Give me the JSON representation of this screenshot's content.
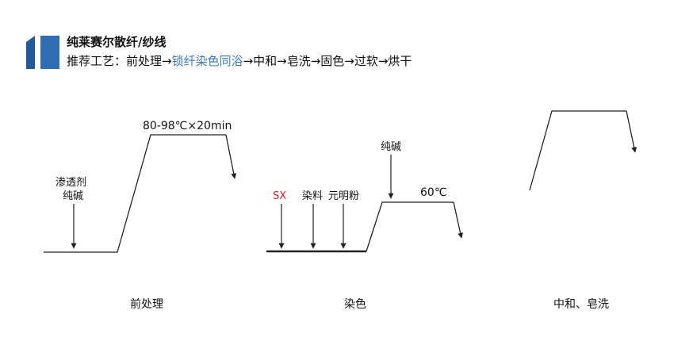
{
  "header": {
    "title": "纯莱赛尔散纤/纱线",
    "recipe_prefix": "推荐工艺：前处理→",
    "recipe_highlight": "锁纤染色同浴",
    "recipe_suffix": "→中和→皂洗→固色→过软→烘干",
    "highlight_color": "#3a78c0",
    "logo_color": "#2f6db5"
  },
  "panels": {
    "pretreatment": {
      "caption": "前处理",
      "temp_label": "80-98℃×20min",
      "additive_line1": "渗透剂",
      "additive_line2": "纯碱"
    },
    "dyeing": {
      "caption": "染色",
      "temp_label": "60℃",
      "soda_label": "纯碱",
      "sx_label": "SX",
      "sx_color": "#d42020",
      "dye_label": "染料",
      "salt_label": "元明粉"
    },
    "neutral": {
      "caption": "中和、皂洗"
    }
  }
}
